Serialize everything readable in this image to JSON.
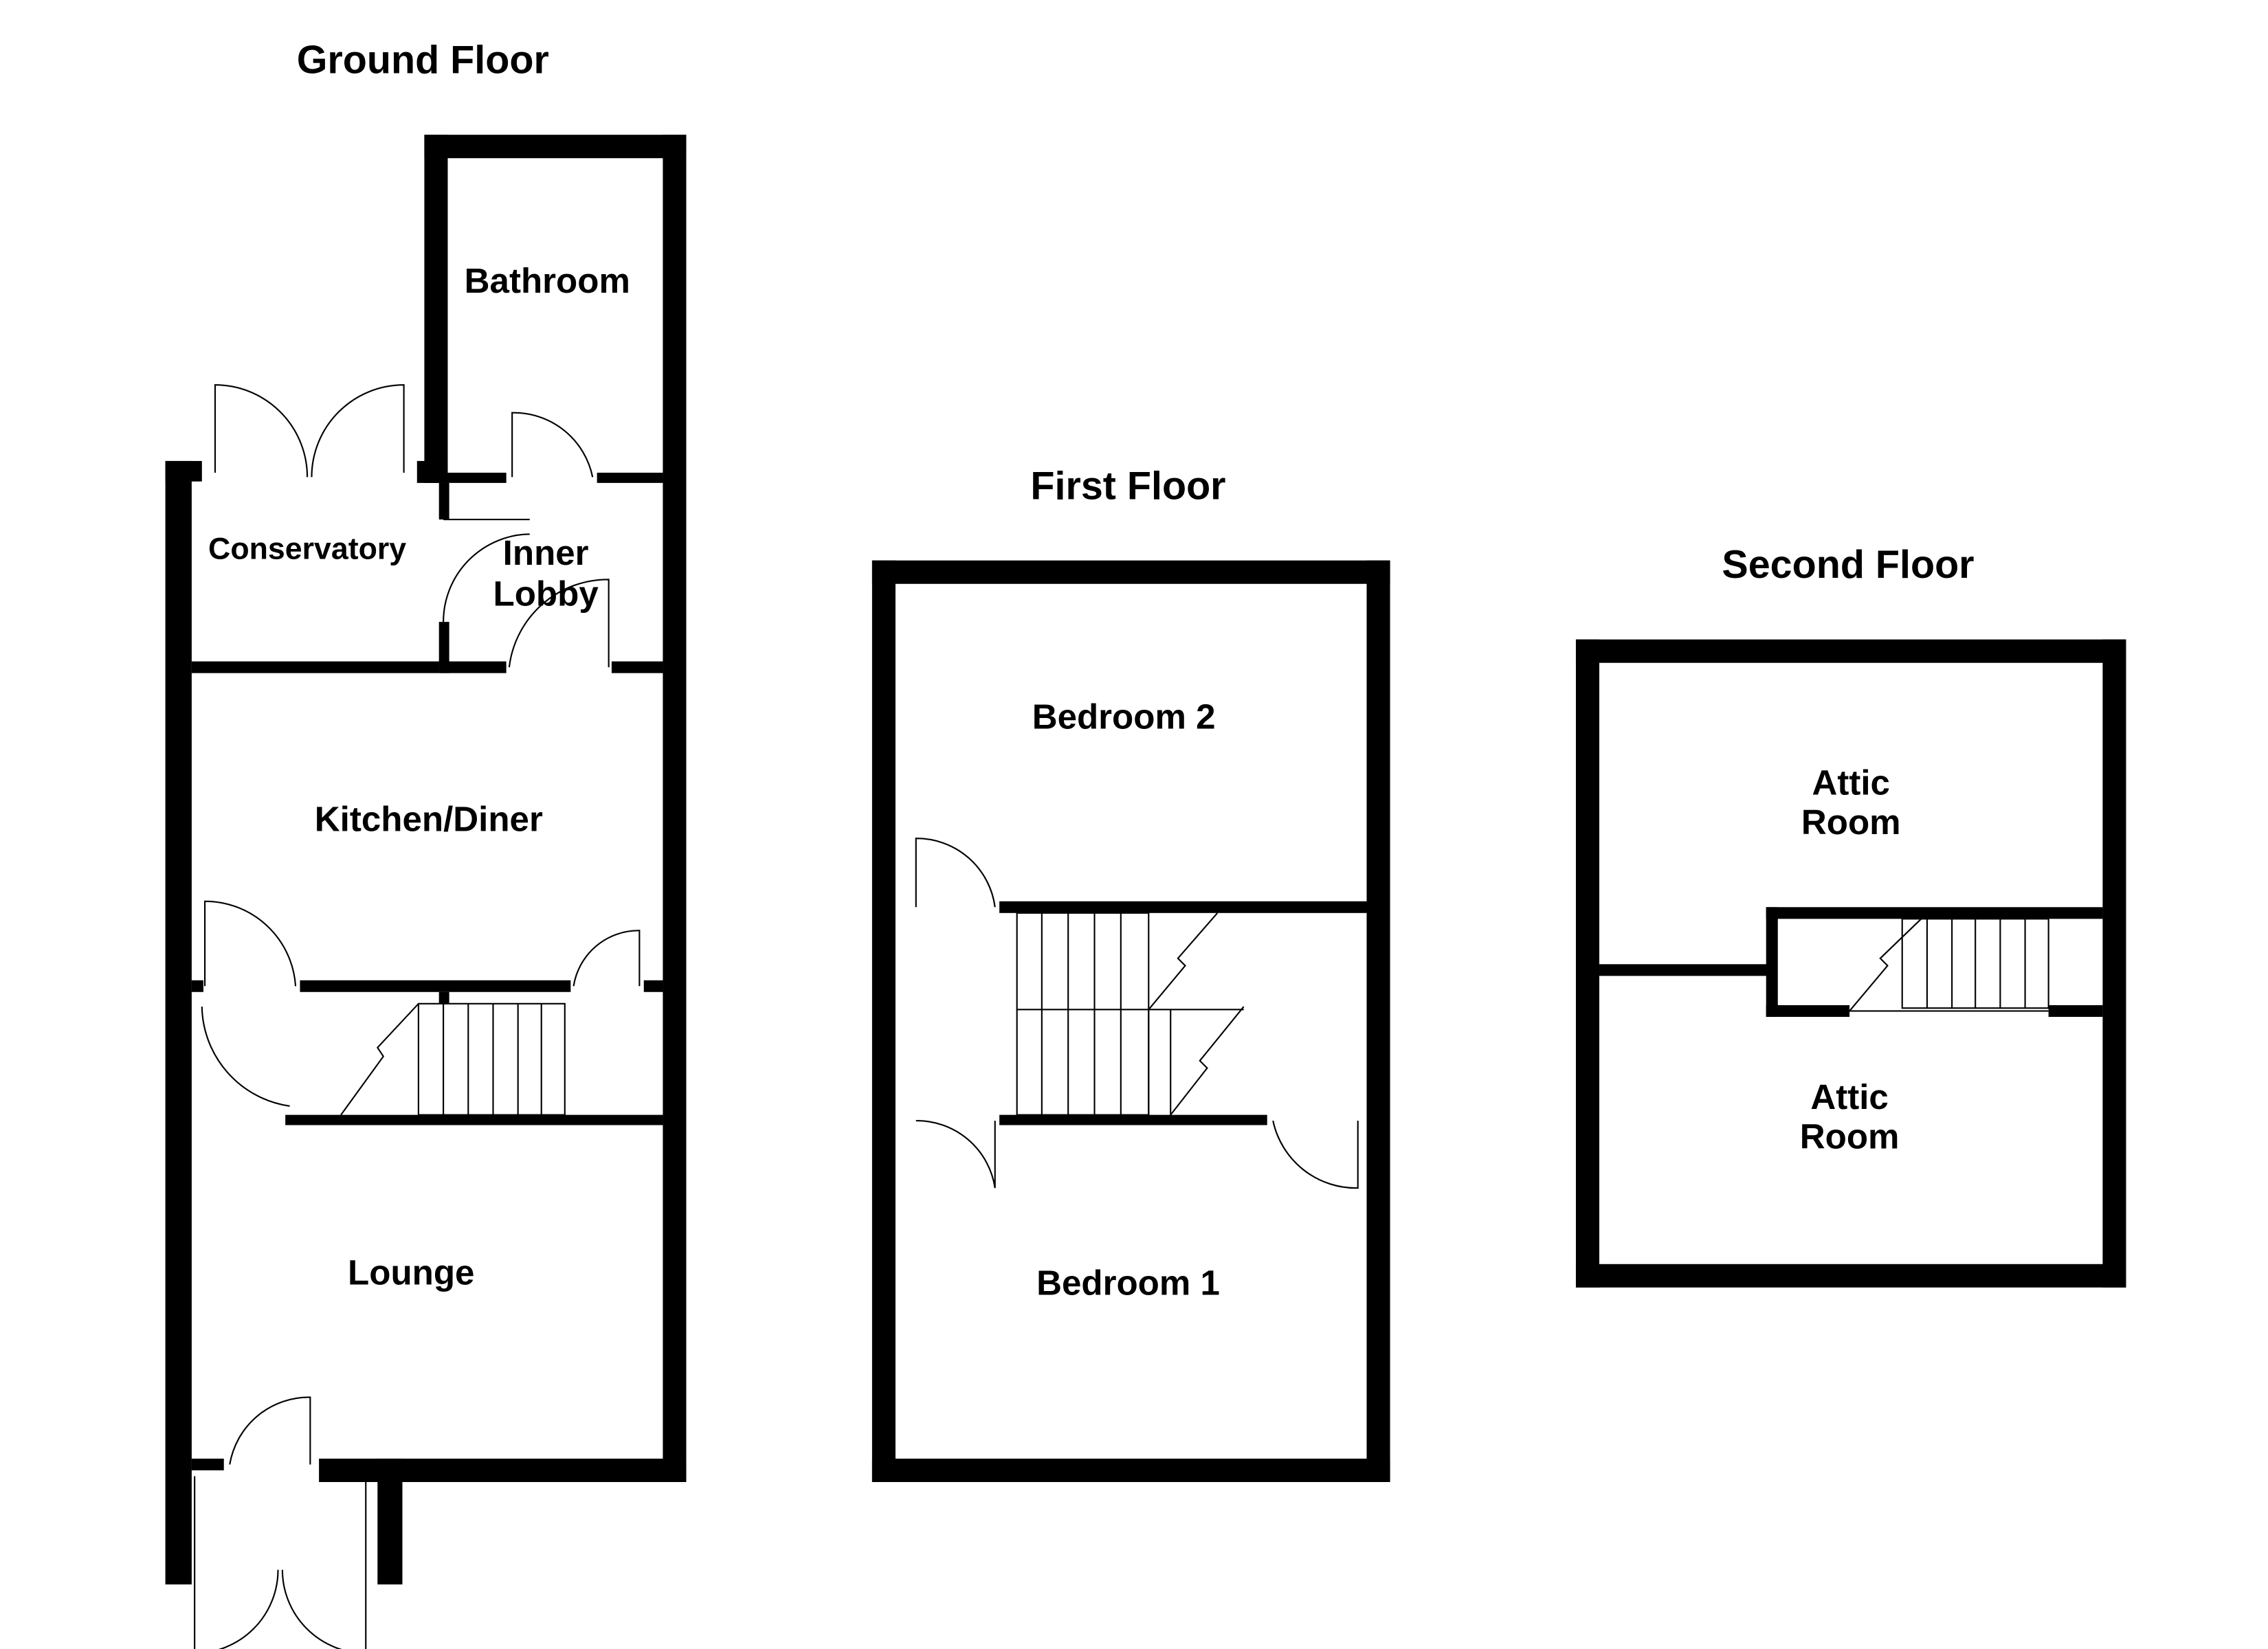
{
  "floors": {
    "ground": {
      "title": "Ground Floor",
      "rooms": {
        "bathroom": "Bathroom",
        "conservatory": "Conservatory",
        "inner_lobby": [
          "Inner",
          "Lobby"
        ],
        "kitchen_diner": "Kitchen/Diner",
        "lounge": "Lounge"
      }
    },
    "first": {
      "title": "First Floor",
      "rooms": {
        "bedroom2": "Bedroom 2",
        "bedroom1": "Bedroom 1"
      }
    },
    "second": {
      "title": "Second Floor",
      "rooms": {
        "attic_top": [
          "Attic",
          "Room"
        ],
        "attic_bottom": [
          "Attic",
          "Room"
        ]
      }
    }
  }
}
